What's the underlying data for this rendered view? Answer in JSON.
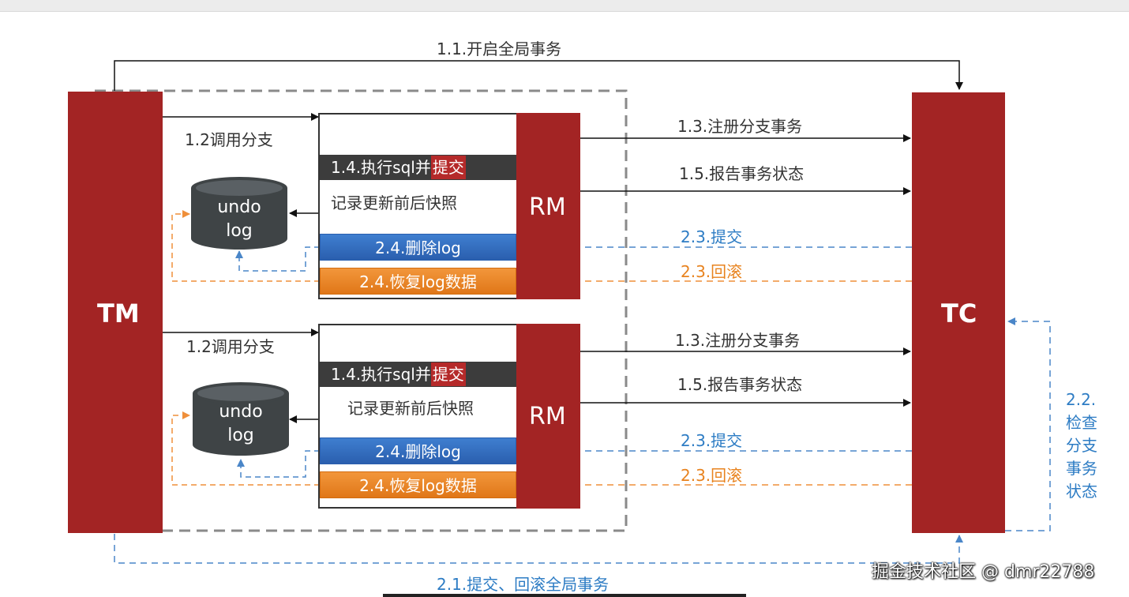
{
  "tm_label": "TM",
  "tc_label": "TC",
  "global_start": "1.1.开启全局事务",
  "global_commit_rollback": "2.1.提交、回滚全局事务",
  "check_branch": "2.2.\n检查\n分支\n事务\n状态",
  "watermark": "掘金技术社区 @ dmr22788",
  "groups": [
    {
      "call_branch": "1.2调用分支",
      "rm_label": "RM",
      "exec_sql": "1.4.执行sql并",
      "exec_sql_highlight": "提交",
      "snapshot": "记录更新前后快照",
      "undo_log_line1": "undo",
      "undo_log_line2": "log",
      "delete_log": "2.4.删除log",
      "recover_log": "2.4.恢复log数据",
      "register_branch": "1.3.注册分支事务",
      "report_status": "1.5.报告事务状态",
      "commit": "2.3.提交",
      "rollback": "2.3.回滚"
    },
    {
      "call_branch": "1.2调用分支",
      "rm_label": "RM",
      "exec_sql": "1.4.执行sql并",
      "exec_sql_highlight": "提交",
      "snapshot": "记录更新前后快照",
      "undo_log_line1": "undo",
      "undo_log_line2": "log",
      "delete_log": "2.4.删除log",
      "recover_log": "2.4.恢复log数据",
      "register_branch": "1.3.注册分支事务",
      "report_status": "1.5.报告事务状态",
      "commit": "2.3.提交",
      "rollback": "2.3.回滚"
    }
  ],
  "colors": {
    "bar": "#a32424",
    "commit_blue": "#2d7cc4",
    "rollback_orange": "#e8831f",
    "db_gray": "#3f4446"
  }
}
